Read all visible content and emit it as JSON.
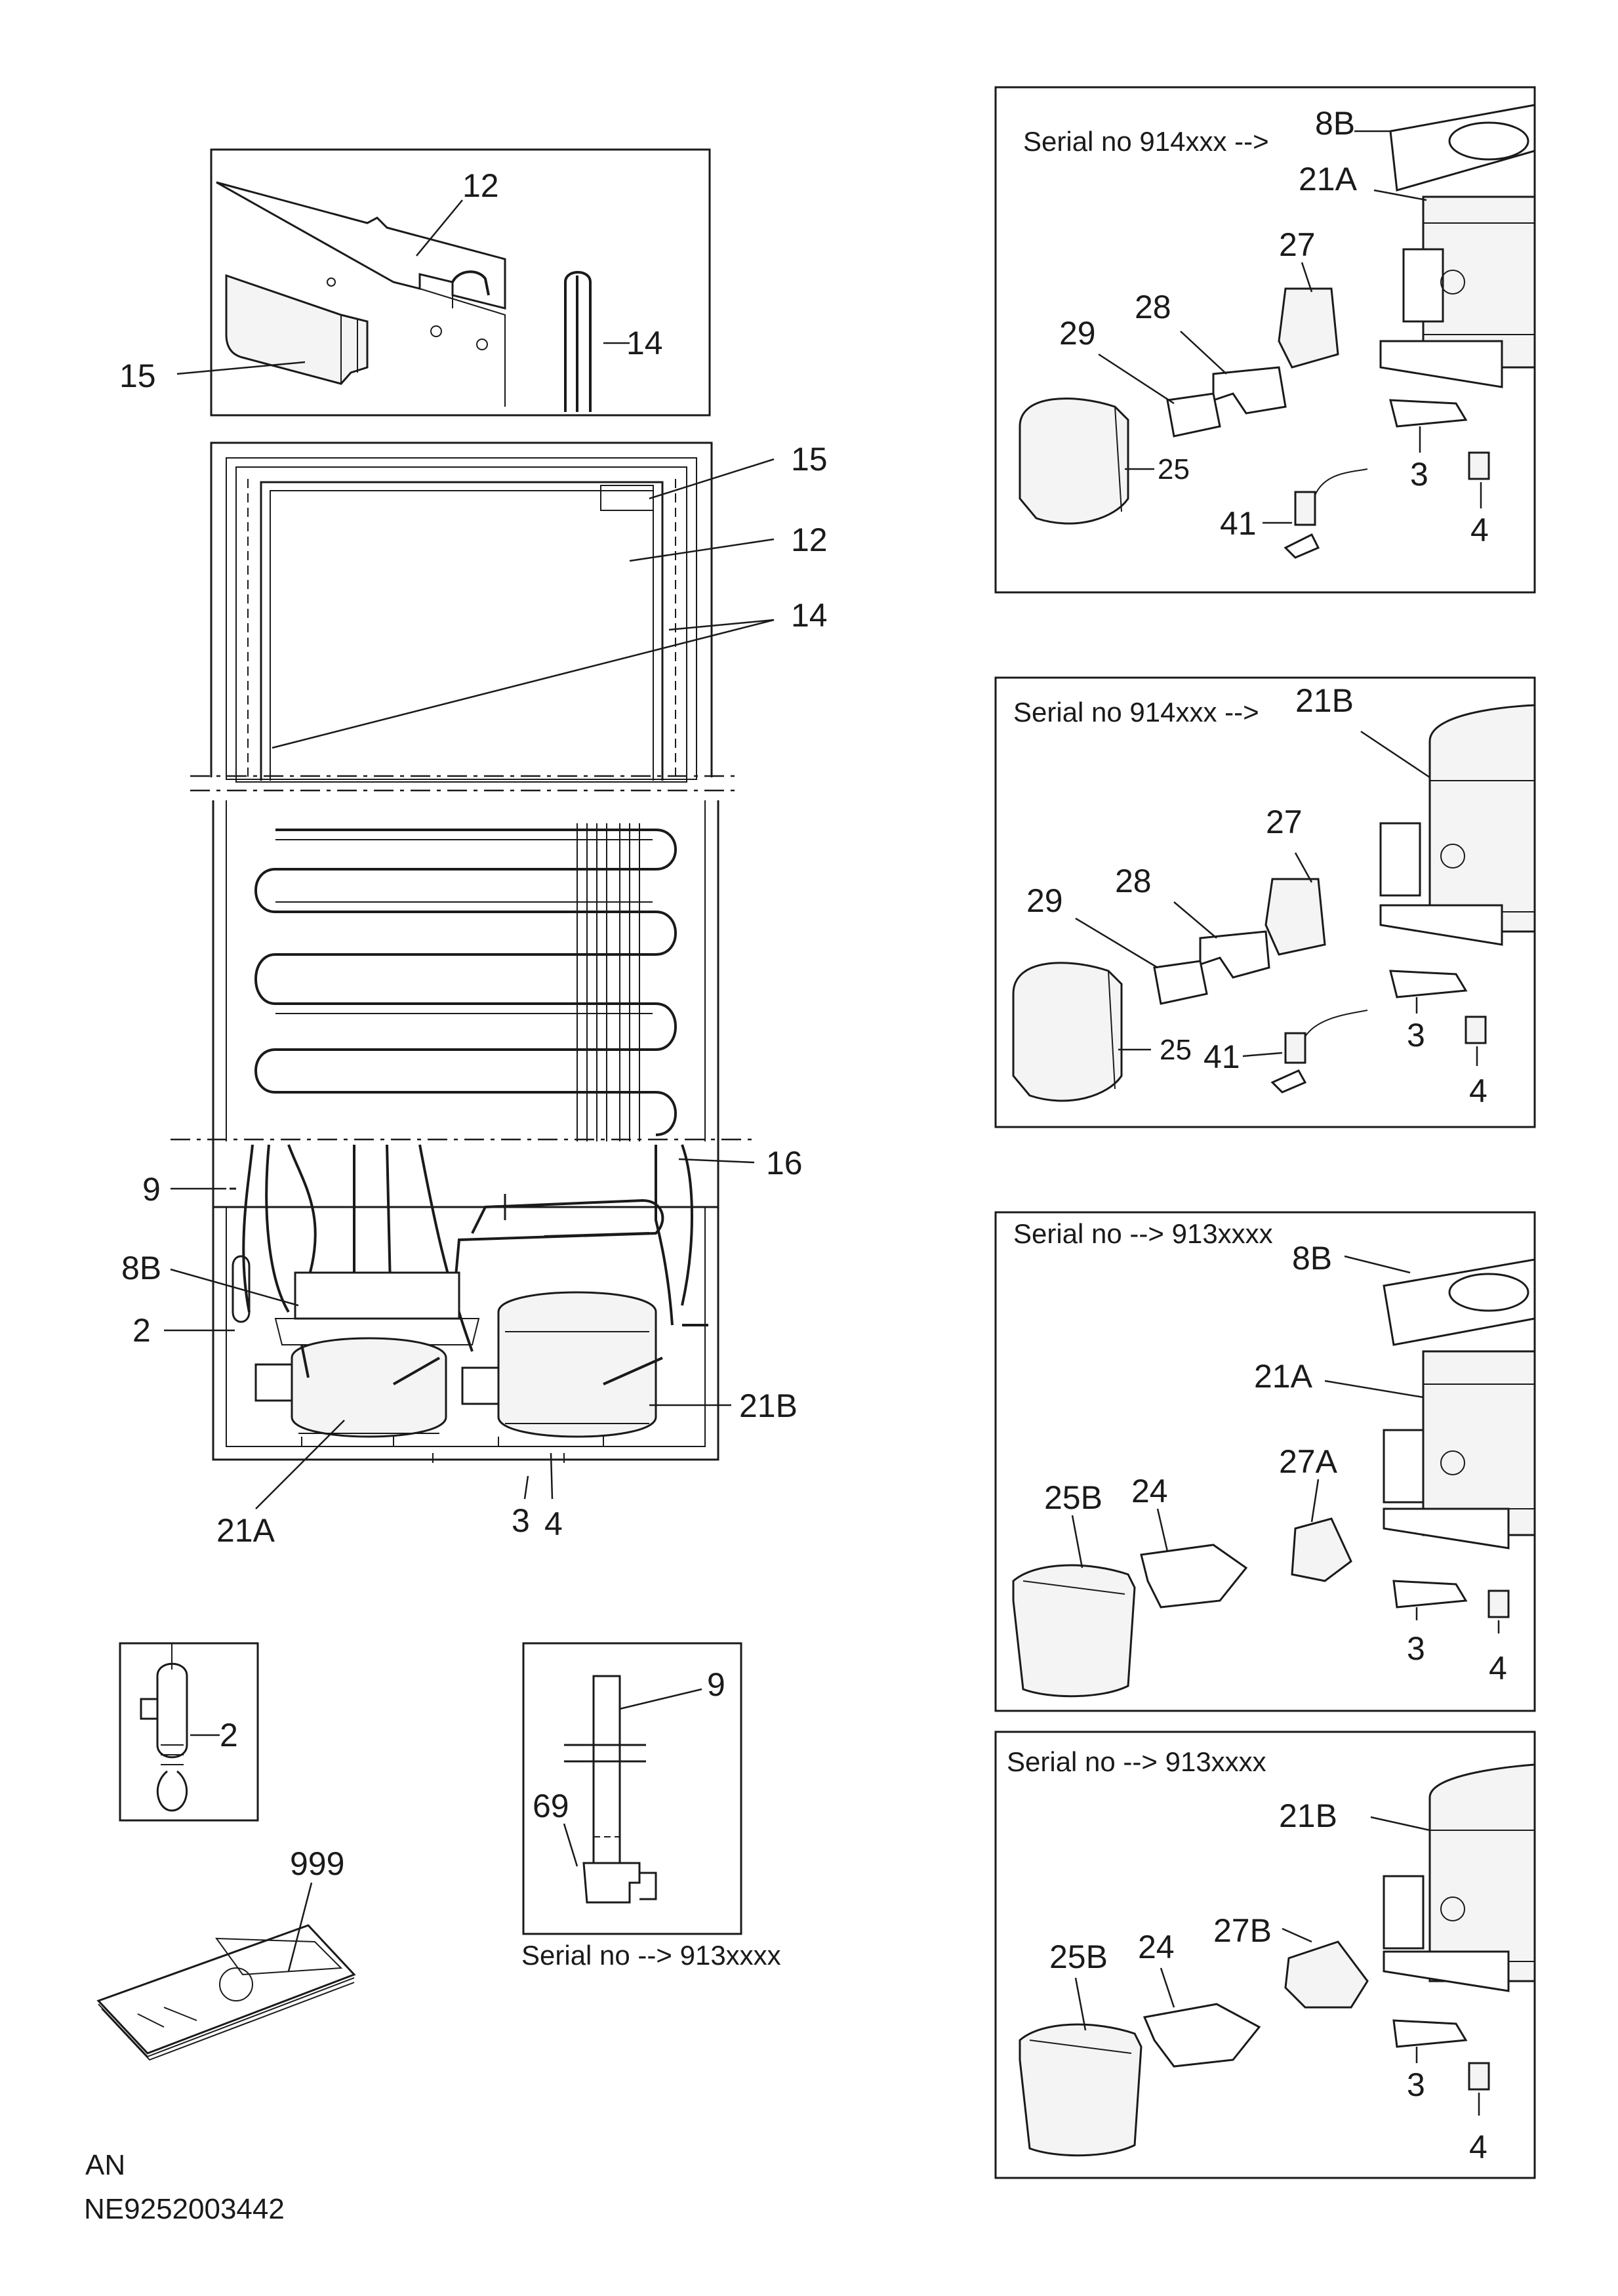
{
  "callouts": {
    "top_detail": {
      "c12": "12",
      "c14": "14",
      "c15": "15"
    },
    "cabinet_upper": {
      "c15": "15",
      "c12": "12",
      "c14": "14"
    },
    "cabinet_lower": {
      "c16": "16",
      "c9": "9",
      "c8B": "8B",
      "c2": "2",
      "c21B": "21B",
      "c21A": "21A",
      "c3": "3",
      "c4": "4"
    },
    "thermostat_detail": {
      "c2": "2"
    },
    "manual": {
      "c999": "999"
    },
    "drain_detail": {
      "c9": "9",
      "c69": "69",
      "serial": "Serial no --> 913xxxx"
    }
  },
  "panels": [
    {
      "serial": "Serial no 914xxx -->",
      "labels": {
        "c8B": "8B",
        "c21A": "21A",
        "c27": "27",
        "c28": "28",
        "c29": "29",
        "c25": "25",
        "c41": "41",
        "c3": "3",
        "c4": "4"
      }
    },
    {
      "serial": "Serial no 914xxx -->",
      "labels": {
        "c21B": "21B",
        "c27": "27",
        "c28": "28",
        "c29": "29",
        "c25": "25",
        "c41": "41",
        "c3": "3",
        "c4": "4"
      }
    },
    {
      "serial": "Serial no --> 913xxxx",
      "labels": {
        "c8B": "8B",
        "c21A": "21A",
        "c27A": "27A",
        "c25B": "25B",
        "c24": "24",
        "c3": "3",
        "c4": "4"
      }
    },
    {
      "serial": "Serial no --> 913xxxx",
      "labels": {
        "c21B": "21B",
        "c27B": "27B",
        "c25B": "25B",
        "c24": "24",
        "c3": "3",
        "c4": "4"
      }
    }
  ],
  "footer": {
    "line1": "AN",
    "line2": "NE9252003442"
  }
}
